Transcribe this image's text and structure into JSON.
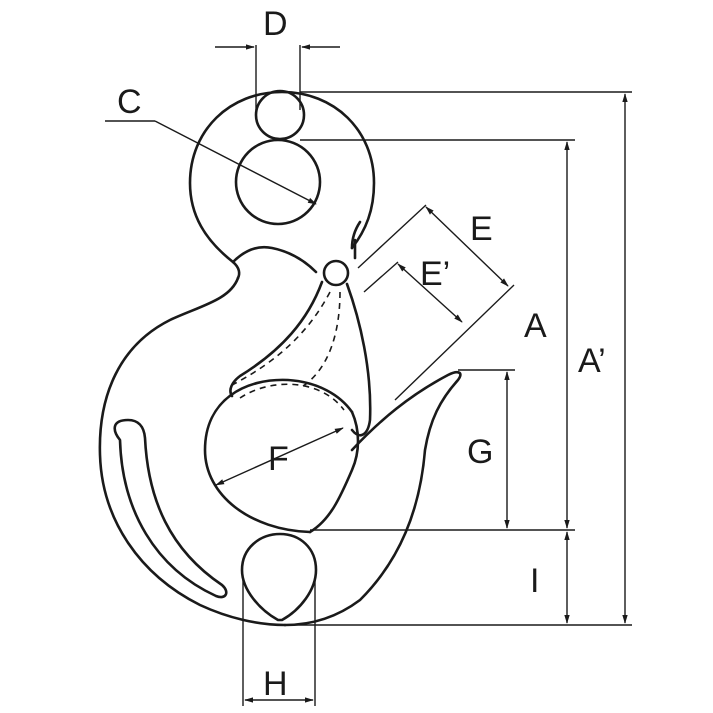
{
  "labels": {
    "a": "A",
    "a_prime": "A’",
    "c": "C",
    "d": "D",
    "e": "E",
    "e_prime": "E’",
    "f": "F",
    "g": "G",
    "h": "H",
    "i": "I"
  },
  "colors": {
    "line": "#1a1a1a",
    "background": "#ffffff"
  }
}
